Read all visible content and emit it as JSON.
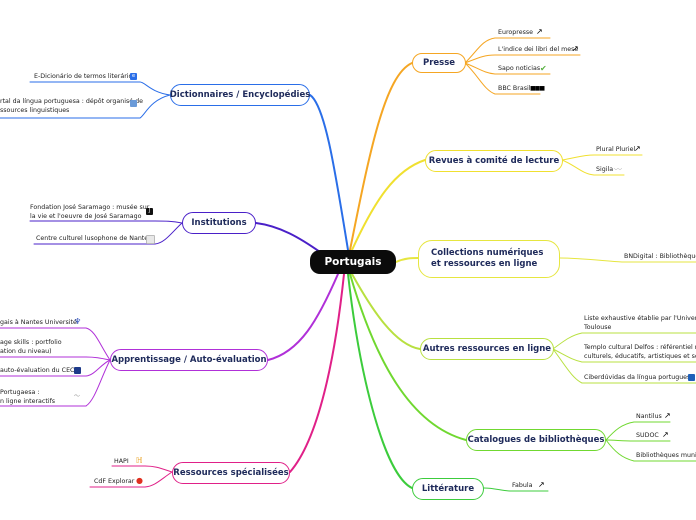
{
  "center": "Portugais",
  "branches": {
    "presse": "Presse",
    "revues": "Revues à comité de lecture",
    "collections": "Collections numériques et ressources en ligne",
    "autres": "Autres ressources en ligne",
    "catalogues": "Catalogues de bibliothèques",
    "litterature": "Littérature",
    "dictionnaires": "Dictionnaires / Encyclopédies",
    "institutions": "Institutions",
    "apprentissage": "Apprentissage / Auto-évaluation",
    "specialisees": "Ressources spécialisées"
  },
  "leaves": {
    "europresse": "Europresse",
    "indice": "L'indice dei libri del mese",
    "sapo": "Sapo noticias",
    "bbc": "BBC Brasil",
    "plural": "Plural Pluriel",
    "sigila": "Sigila",
    "bndigital": "BNDigital : Bibliothèque N",
    "liste1": "Liste exhaustive établie par l'Université d",
    "liste2": "Toulouse",
    "delfos1": "Templo cultural Delfos : référentiel numé",
    "delfos2": "culturels, éducatifs, artistiques et scienti",
    "ciber": "Ciberdúvidas da língua portuguesa",
    "nantilus": "Nantilus",
    "sudoc": "SUDOC",
    "bibmun": "Bibliothèques municip",
    "fabula": "Fabula",
    "edicionario": "E-Dicionário de termos literários",
    "portal1": "rtal da língua portuguesa : dépôt organisé de",
    "portal2": "ssources linguistiques",
    "saramago1": "Fondation José Saramago : musée sur",
    "saramago2": "la vie et l'oeuvre de José Saramago",
    "centre": "Centre culturel lusophone de Nantes",
    "nantes": "gais à Nantes Université",
    "lang1": "age skills : portfolio",
    "lang2": "ation du niveau)",
    "cecr": "auto-évaluation du CECR",
    "pt1": "Portugaesa :",
    "pt2": "n ligne interactifs",
    "hapi": "HAPI",
    "cdf": "CdF Explorar"
  },
  "icons": {
    "external": "external-link-icon",
    "sapo": "sapo-logo-icon",
    "bbc": "bbc-logo-icon",
    "sigila": "sigila-logo-icon",
    "ciber": "ciberduvidas-logo-icon",
    "edicionario": "edicionario-logo-icon",
    "saramago": "saramago-logo-icon",
    "centre": "centre-culturel-logo-icon",
    "nantes": "nantes-universite-logo-icon",
    "cecr": "cecr-logo-icon",
    "pt": "portugaesa-logo-icon",
    "hapi": "hapi-logo-icon",
    "cdf": "cdf-logo-icon"
  },
  "colors": {
    "presse": "#f5a623",
    "revues": "#f0e030",
    "collections": "#e6e640",
    "autres": "#b8e040",
    "catalogues": "#70d830",
    "litterature": "#3ccc3c",
    "dictionnaires": "#2a6ee8",
    "institutions": "#4a20c8",
    "apprentissage": "#b030d8",
    "specialisees": "#e02088"
  }
}
